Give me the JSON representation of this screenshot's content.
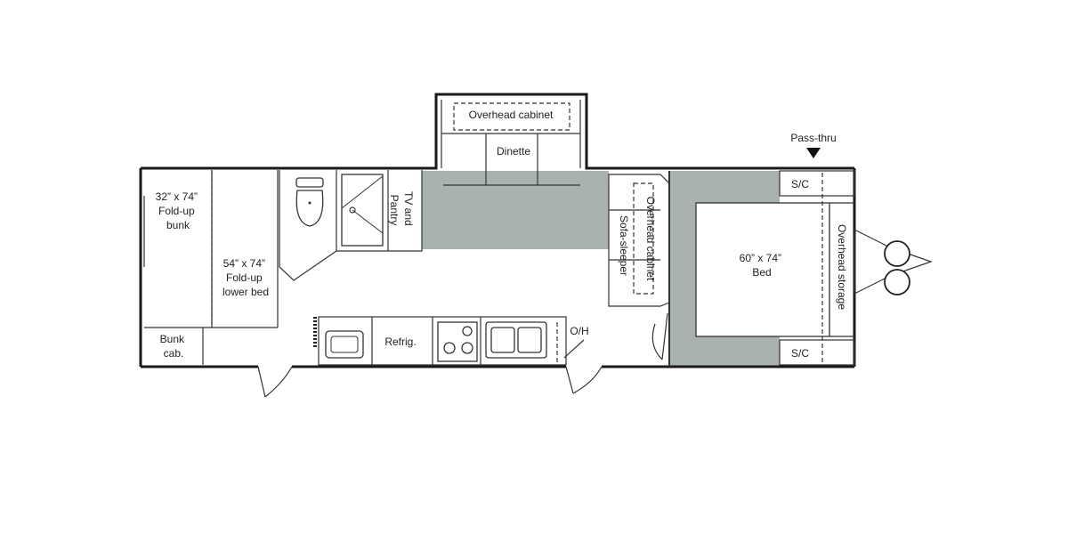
{
  "floorplan": {
    "colors": {
      "wall": "#1a1a1a",
      "floor_shade": "#a9b2ae",
      "line": "#333333",
      "background": "#ffffff"
    },
    "labels": {
      "fold_up_bunk": [
        "32” x 74”",
        "Fold-up",
        "bunk"
      ],
      "fold_up_lower_bed": [
        "54” x 74”",
        "Fold-up",
        "lower bed"
      ],
      "bunk_cab": [
        "Bunk",
        "cab."
      ],
      "tv_pantry": [
        "TV and",
        "Pantry"
      ],
      "overhead_cabinet_top": "Overhead cabinet",
      "dinette": "Dinette",
      "refrig": "Refrig.",
      "oh": "O/H",
      "overhead_cabinet_side": "Overhead cabinet",
      "sofa_sleeper": "Sofa-sleeper",
      "bed": [
        "60” x 74”",
        "Bed"
      ],
      "sc_top": "S/C",
      "sc_bottom": "S/C",
      "pass_thru": "Pass-thru",
      "overhead_storage": "Overhead storage"
    },
    "icons": [
      "toilet-icon",
      "shower-icon",
      "bathroom-sink-icon",
      "stove-burner-icon",
      "kitchen-sink-icon",
      "propane-tank-icon",
      "pass-thru-arrow-icon"
    ]
  }
}
